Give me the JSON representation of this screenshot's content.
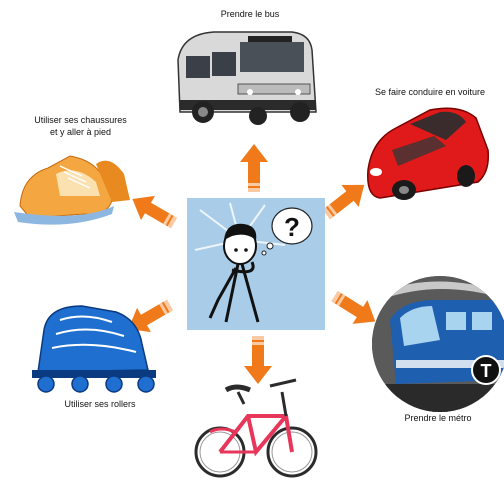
{
  "labels": {
    "bus": "Prendre le bus",
    "car": "Se faire conduire en voiture",
    "walk_line1": "Utiliser ses chaussures",
    "walk_line2": "et y aller à pied",
    "roller": "Utiliser ses rollers",
    "metro": "Prendre le métro"
  },
  "center_glyph": "?",
  "metro_badge": "T",
  "colors": {
    "arrow": "#f07a1a",
    "center_bg": "#a9cce8",
    "car": "#e01a1a",
    "bus": "#d9d9d9",
    "roller": "#1f6fd0",
    "shoes": "#f4a640"
  },
  "icons": [
    "thinking-person-icon",
    "bus-icon",
    "car-icon",
    "metro-train-icon",
    "bicycle-icon",
    "roller-skate-icon",
    "shoes-icon"
  ]
}
